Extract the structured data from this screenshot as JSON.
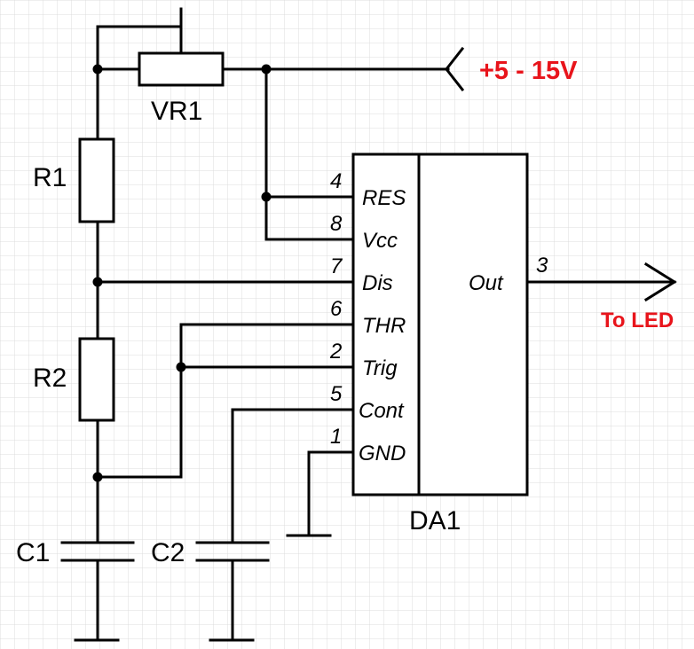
{
  "components": {
    "vr1": "VR1",
    "r1": "R1",
    "r2": "R2",
    "c1": "C1",
    "c2": "C2",
    "ic": "DA1"
  },
  "supply_label": "+5 - 15V",
  "output_label": "To LED",
  "ic_pins_left": [
    {
      "num": "4",
      "name": "RES"
    },
    {
      "num": "8",
      "name": "Vcc"
    },
    {
      "num": "7",
      "name": "Dis"
    },
    {
      "num": "6",
      "name": "THR"
    },
    {
      "num": "2",
      "name": "Trig"
    },
    {
      "num": "5",
      "name": "Cont"
    },
    {
      "num": "1",
      "name": "GND"
    }
  ],
  "ic_pin_right": {
    "num": "3",
    "name": "Out"
  },
  "colors": {
    "accent": "#e8141b",
    "grid": "#dcdcdc",
    "ink": "#000000"
  }
}
